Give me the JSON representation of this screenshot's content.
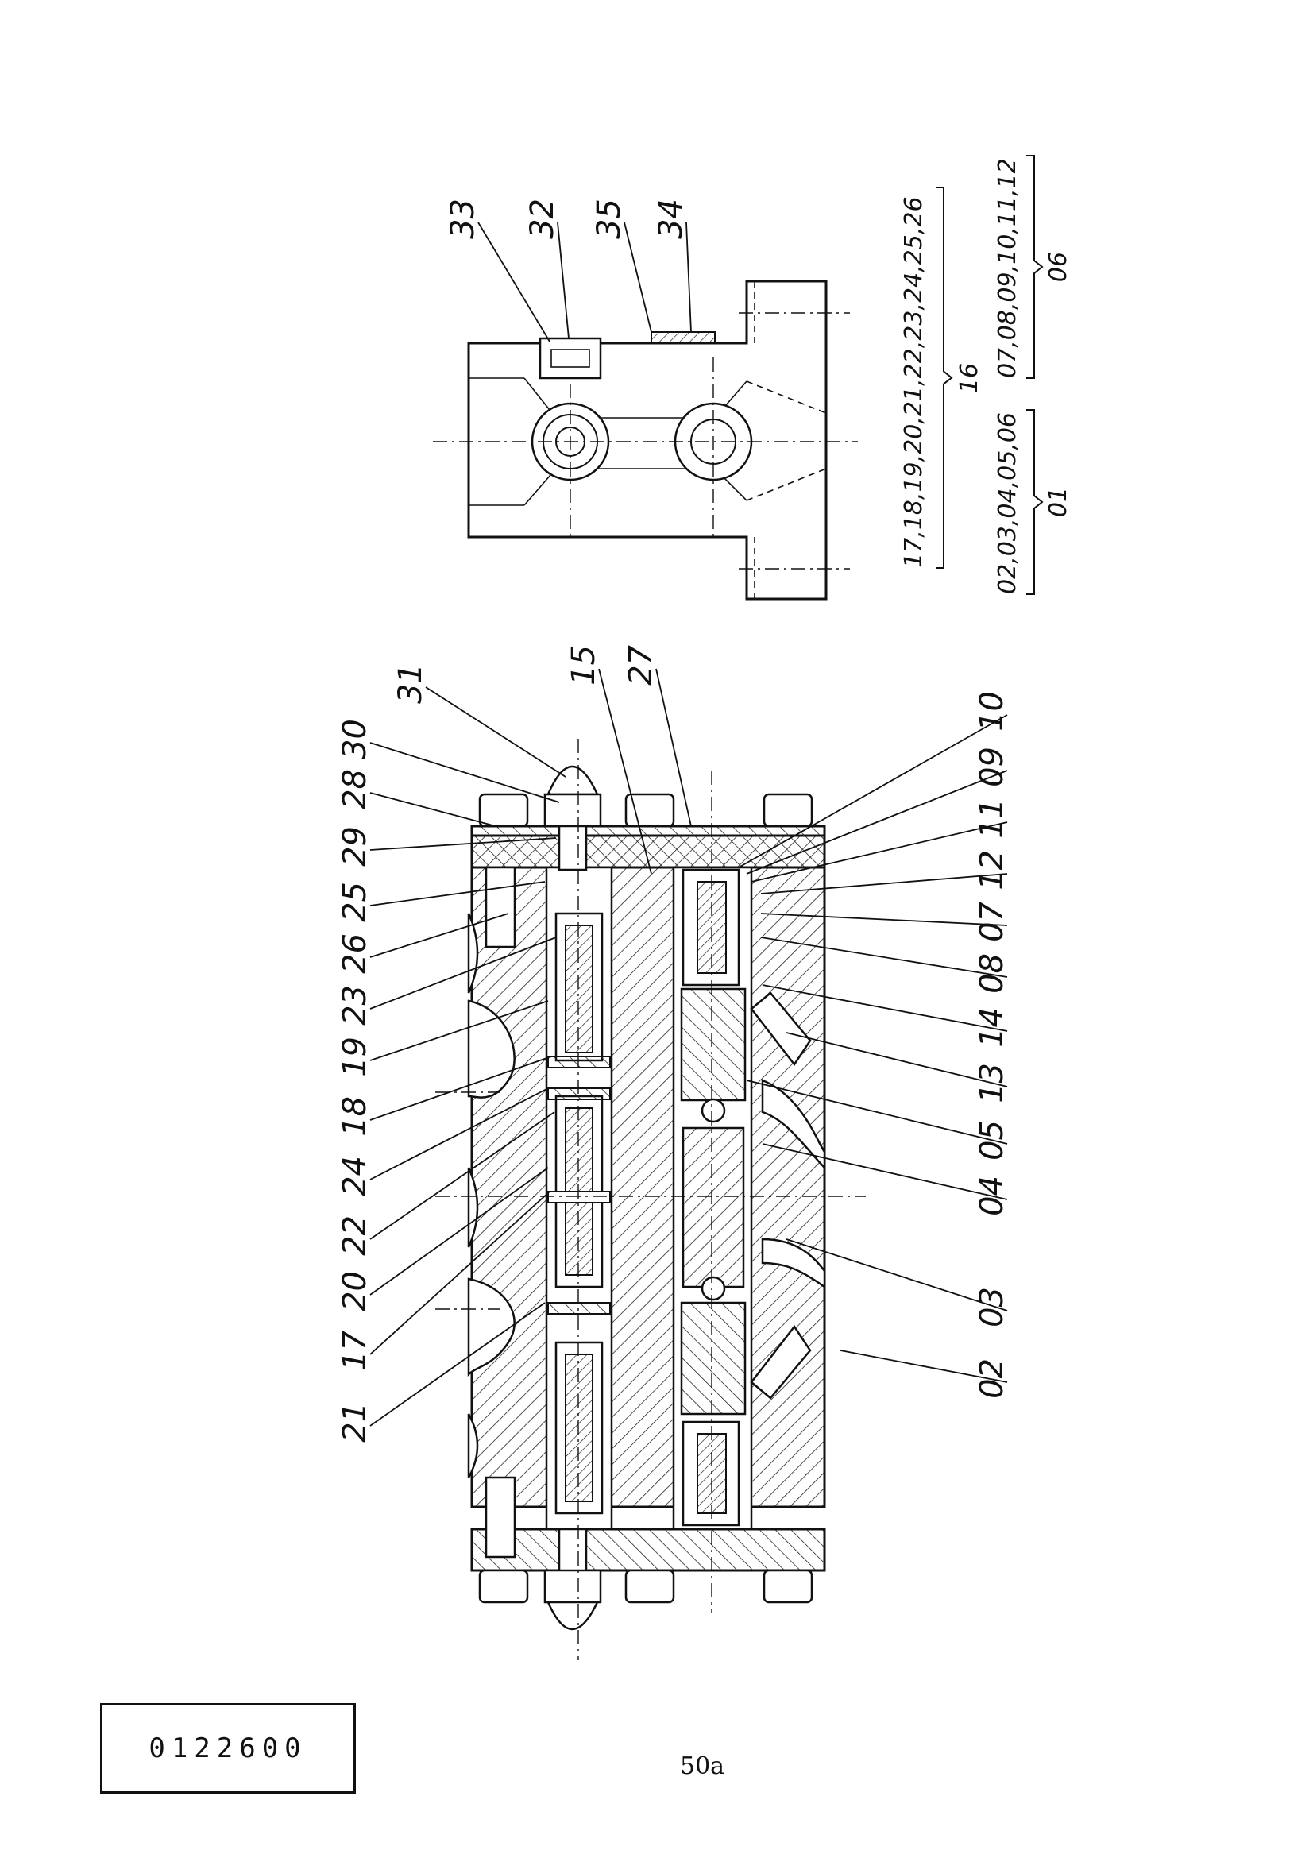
{
  "section_labels": [
    "02",
    "03",
    "04",
    "05",
    "13",
    "14",
    "08",
    "07",
    "12",
    "11",
    "09",
    "10",
    "27",
    "15",
    "31",
    "30",
    "28",
    "29",
    "25",
    "26",
    "23",
    "19",
    "18",
    "24",
    "22",
    "20",
    "17",
    "21"
  ],
  "end_view_labels": [
    "33",
    "32",
    "35",
    "34"
  ],
  "part_groups": [
    {
      "members": "17,18,19,20,21,22,23,24,25,26",
      "assembly": "16"
    },
    {
      "members": "02,03,04,05,06",
      "assembly": "01"
    },
    {
      "members": "07,08,09,10,11,12",
      "assembly": "06"
    }
  ],
  "document_number": "0122600",
  "page_number": "50a"
}
